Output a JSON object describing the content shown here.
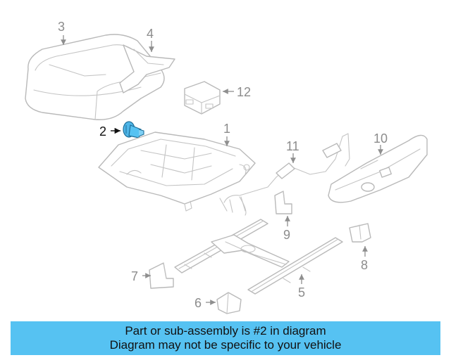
{
  "callouts": {
    "c1": "1",
    "c2": "2",
    "c3": "3",
    "c4": "4",
    "c5": "5",
    "c6": "6",
    "c7": "7",
    "c8": "8",
    "c9": "9",
    "c10": "10",
    "c11": "11",
    "c12": "12"
  },
  "caption": {
    "line1": "Part or sub-assembly is #2 in diagram",
    "line2": "Diagram may not be specific to your vehicle"
  },
  "colors": {
    "highlight_part": "#4fb6e8",
    "caption_background": "#56c2f2",
    "line_art": "#b9b9b9"
  }
}
